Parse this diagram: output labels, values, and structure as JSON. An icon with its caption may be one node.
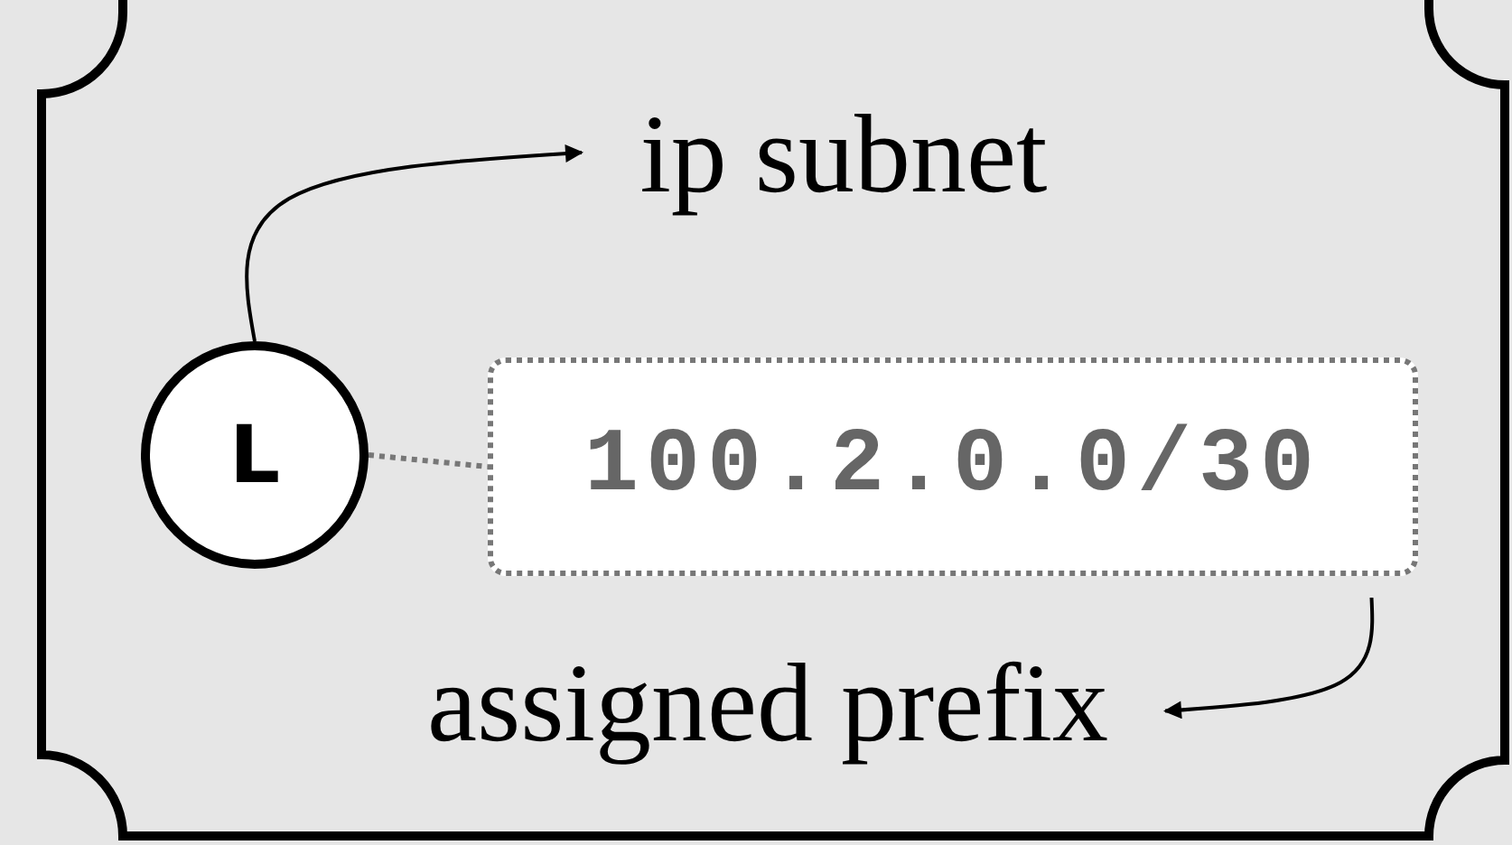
{
  "diagram": {
    "nodes": [
      {
        "text": [
          "L"
        ]
      },
      {
        "text": [
          "ip subnet"
        ]
      },
      {
        "text": [
          "100.2.0.0/30"
        ]
      },
      {
        "text": [
          "assigned prefix"
        ]
      }
    ],
    "edges": [
      {
        "from": 0,
        "to": 1,
        "arrow": "to"
      },
      {
        "from": 0,
        "to": 2,
        "arrow": "none",
        "style": "dashed",
        "color": "#777777"
      },
      {
        "from": 2,
        "to": 3,
        "arrow": "to"
      }
    ]
  }
}
